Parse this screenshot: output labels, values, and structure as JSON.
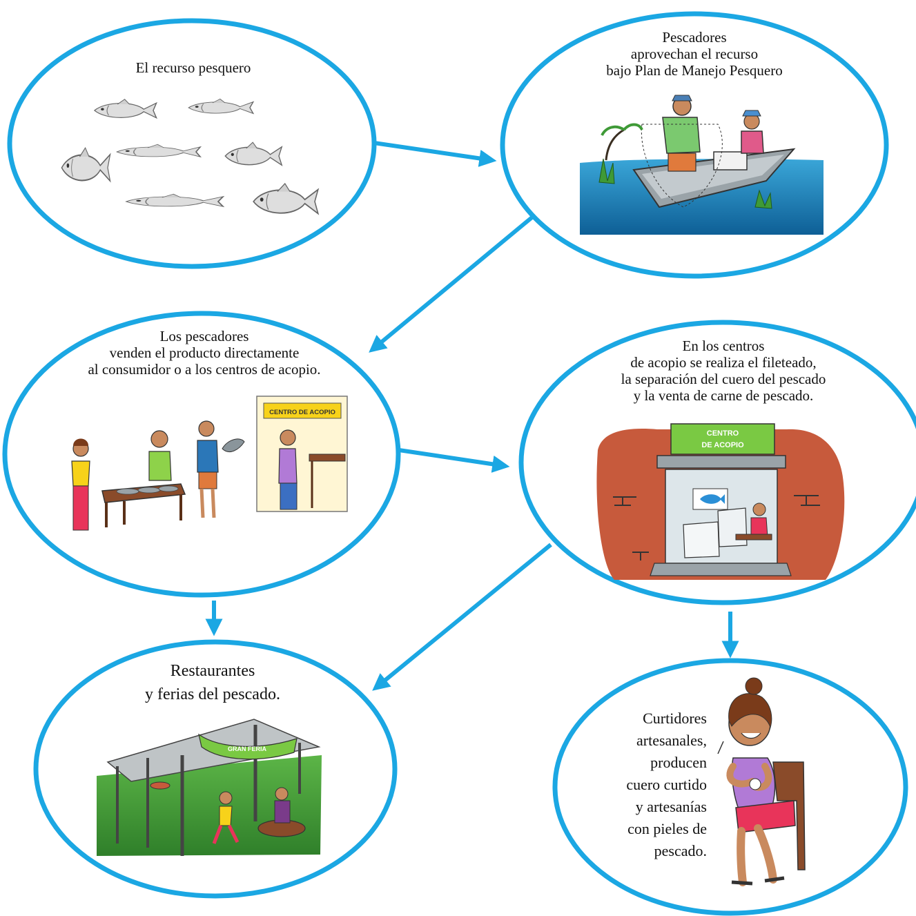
{
  "colors": {
    "ellipse_stroke": "#1ba7e3",
    "arrow": "#1ba7e3",
    "water": "#1e8bc3",
    "grass": "#3f9a37",
    "wall": "#c75a3c"
  },
  "nodes": {
    "recurso": {
      "lines": [
        "El recurso pesquero"
      ],
      "icon": "fish-species-illustration"
    },
    "pescadores": {
      "lines": [
        "Pescadores",
        "aprovechan el recurso",
        "bajo Plan de Manejo Pesquero"
      ],
      "icon": "fishermen-boat-illustration"
    },
    "venta": {
      "lines": [
        "Los pescadores",
        "venden el producto directamente",
        "al consumidor o a los centros de acopio."
      ],
      "icon": "market-scene-illustration",
      "sign": "CENTRO DE ACOPIO"
    },
    "acopio": {
      "lines": [
        "En los centros",
        "de acopio se realiza el fileteado,",
        "la separación del cuero del pescado",
        "y la venta de carne de pescado."
      ],
      "icon": "collection-center-illustration",
      "sign_line1": "CENTRO",
      "sign_line2": "DE ACOPIO"
    },
    "restaurantes": {
      "lines": [
        "Restaurantes",
        "y ferias del pescado."
      ],
      "icon": "fish-fair-illustration",
      "banner": "GRAN FERIA"
    },
    "curtidores": {
      "lines": [
        "Curtidores",
        "artesanales,",
        "producen",
        "cuero curtido",
        "y artesanías",
        "con pieles de",
        "pescado."
      ],
      "icon": "tanner-woman-illustration"
    }
  },
  "edges": [
    {
      "from": "recurso",
      "to": "pescadores"
    },
    {
      "from": "pescadores",
      "to": "venta"
    },
    {
      "from": "venta",
      "to": "acopio"
    },
    {
      "from": "venta",
      "to": "restaurantes"
    },
    {
      "from": "acopio",
      "to": "restaurantes"
    },
    {
      "from": "acopio",
      "to": "curtidores"
    }
  ]
}
